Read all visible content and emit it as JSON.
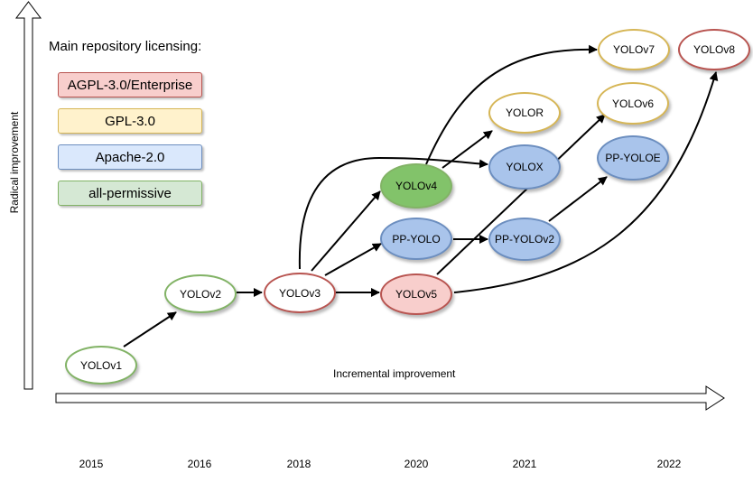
{
  "legend": {
    "title": "Main repository licensing:",
    "items": [
      {
        "label": "AGPL-3.0/Enterprise",
        "fill": "#f8cecc",
        "stroke": "#b85450"
      },
      {
        "label": "GPL-3.0",
        "fill": "#fff2cc",
        "stroke": "#d6b656"
      },
      {
        "label": "Apache-2.0",
        "fill": "#dae8fc",
        "stroke": "#6c8ebf"
      },
      {
        "label": "all-permissive",
        "fill": "#d5e8d4",
        "stroke": "#82b366"
      }
    ]
  },
  "axes": {
    "y_label": "Radical improvement",
    "x_label": "Incremental improvement"
  },
  "years": [
    "2015",
    "2016",
    "2018",
    "2020",
    "2021",
    "2022"
  ],
  "nodes": {
    "yolov1": {
      "label": "YOLOv1",
      "fill": "#ffffff",
      "stroke": "#82b366"
    },
    "yolov2": {
      "label": "YOLOv2",
      "fill": "#ffffff",
      "stroke": "#82b366"
    },
    "yolov3": {
      "label": "YOLOv3",
      "fill": "#ffffff",
      "stroke": "#b85450"
    },
    "yolov4": {
      "label": "YOLOv4",
      "fill": "#82c36a",
      "stroke": "#82b366"
    },
    "yolov5": {
      "label": "YOLOv5",
      "fill": "#f8cecc",
      "stroke": "#b85450"
    },
    "ppyolo": {
      "label": "PP-YOLO",
      "fill": "#a9c4eb",
      "stroke": "#6c8ebf"
    },
    "ppyolov2": {
      "label": "PP-YOLOv2",
      "fill": "#a9c4eb",
      "stroke": "#6c8ebf"
    },
    "yolox": {
      "label": "YOLOX",
      "fill": "#a9c4eb",
      "stroke": "#6c8ebf"
    },
    "yolor": {
      "label": "YOLOR",
      "fill": "#ffffff",
      "stroke": "#d6b656"
    },
    "ppyoloe": {
      "label": "PP-YOLOE",
      "fill": "#a9c4eb",
      "stroke": "#6c8ebf"
    },
    "yolov6": {
      "label": "YOLOv6",
      "fill": "#ffffff",
      "stroke": "#d6b656"
    },
    "yolov7": {
      "label": "YOLOv7",
      "fill": "#ffffff",
      "stroke": "#d6b656"
    },
    "yolov8": {
      "label": "YOLOv8",
      "fill": "#ffffff",
      "stroke": "#b85450"
    }
  }
}
